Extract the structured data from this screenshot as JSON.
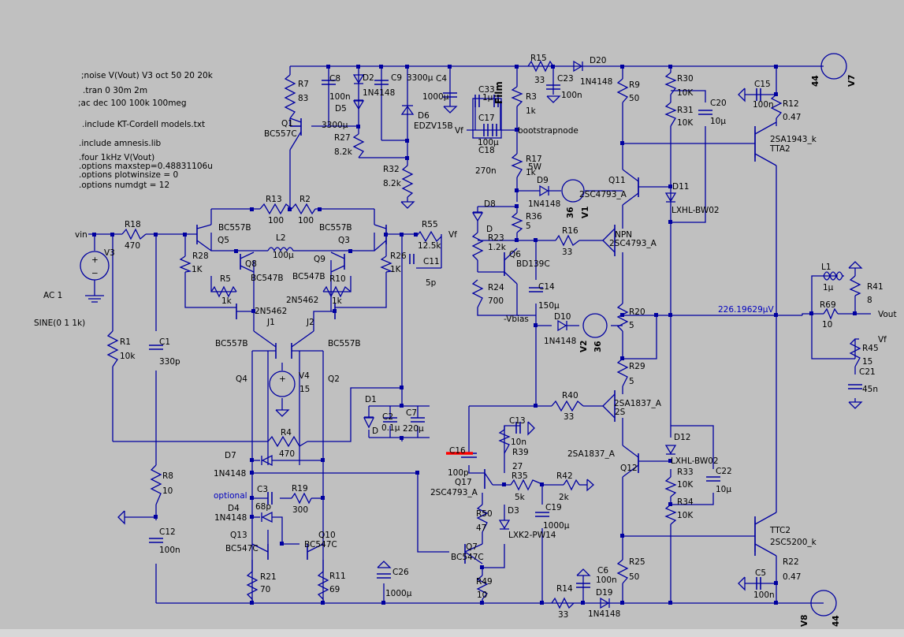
{
  "directives": [
    ";noise V(Vout) V3 oct 50 20 20k",
    ".tran 0 30m 2m",
    ";ac dec 100 100k 100meg",
    ".include KT-Cordell models.txt",
    ".include amnesis.lib",
    ".four 1kHz V(Vout)",
    ".options maxstep=0.48831106u",
    ".options plotwinsize = 0",
    ".options numdgt = 12"
  ],
  "sources": {
    "ac": "AC 1",
    "sine": "SINE(0 1 1k)"
  },
  "nets": {
    "vin": "vin",
    "vf_top": "Vf",
    "vf_c17": "Vf",
    "vf_right": "Vf",
    "vout": "Vout",
    "bootstrap": "bootstrapnode",
    "vbias": "-Vbias",
    "measure": "226.19629µV",
    "optional": "optional",
    "film": "Film"
  },
  "components": [
    {
      "id": "R7",
      "name": "R7",
      "value": "83"
    },
    {
      "id": "C8",
      "name": "C8",
      "value": "100n"
    },
    {
      "id": "D2",
      "name": "D2",
      "value": "1N4148"
    },
    {
      "id": "D5",
      "name": "D5",
      "value": "1N4148"
    },
    {
      "id": "C9",
      "name": "C9",
      "value": "3300µ"
    },
    {
      "id": "D6",
      "name": "D6",
      "value": "EDZV15B"
    },
    {
      "id": "C4",
      "name": "C4",
      "value": "1000µ"
    },
    {
      "id": "Q1",
      "name": "Q1",
      "value": "BC557C"
    },
    {
      "id": "R27",
      "name": "R27",
      "value": "8.2k"
    },
    {
      "id": "R32",
      "name": "R32",
      "value": "8.2k"
    },
    {
      "id": "R15",
      "name": "R15",
      "value": "33"
    },
    {
      "id": "D20",
      "name": "D20",
      "value": "1N4148"
    },
    {
      "id": "C23",
      "name": "C23",
      "value": "100n"
    },
    {
      "id": "C33",
      "name": "C33",
      "value": "1µ"
    },
    {
      "id": "C17",
      "name": "C17",
      "value": "100µ"
    },
    {
      "id": "C18",
      "name": "C18",
      "value": "270n"
    },
    {
      "id": "R3",
      "name": "R3",
      "value": "1k"
    },
    {
      "id": "R17",
      "name": "R17",
      "value": "1k"
    },
    {
      "id": "R17p",
      "name": "",
      "value": "5W"
    },
    {
      "id": "R9",
      "name": "R9",
      "value": "50"
    },
    {
      "id": "R30",
      "name": "R30",
      "value": "10K"
    },
    {
      "id": "R31",
      "name": "R31",
      "value": "10K"
    },
    {
      "id": "C20",
      "name": "C20",
      "value": "10µ"
    },
    {
      "id": "C15",
      "name": "C15",
      "value": "100n"
    },
    {
      "id": "R12",
      "name": "R12",
      "value": "0.47"
    },
    {
      "id": "Q_TTA2",
      "name": "2SA1943_k",
      "value": "TTA2"
    },
    {
      "id": "V7",
      "name": "V7",
      "value": "44"
    },
    {
      "id": "Q11",
      "name": "Q11",
      "value": "2SC4793_A"
    },
    {
      "id": "D11",
      "name": "D11",
      "value": "LXHL-BW02"
    },
    {
      "id": "D9",
      "name": "D9",
      "value": "1N4148"
    },
    {
      "id": "V1",
      "name": "V1",
      "value": "36"
    },
    {
      "id": "D8",
      "name": "D8",
      "value": "D"
    },
    {
      "id": "R36",
      "name": "R36",
      "value": "5"
    },
    {
      "id": "R23",
      "name": "R23",
      "value": "1.2k"
    },
    {
      "id": "Q6",
      "name": "Q6",
      "value": "BD139C"
    },
    {
      "id": "R16",
      "name": "R16",
      "value": "33"
    },
    {
      "id": "Q_NPN",
      "name": "NPN",
      "value": "2SC4793_A"
    },
    {
      "id": "R24",
      "name": "R24",
      "value": "700"
    },
    {
      "id": "C14",
      "name": "C14",
      "value": "150µ"
    },
    {
      "id": "D10",
      "name": "D10",
      "value": "1N4148"
    },
    {
      "id": "V2",
      "name": "V2",
      "value": "36"
    },
    {
      "id": "R20",
      "name": "R20",
      "value": "5"
    },
    {
      "id": "R29",
      "name": "R29",
      "value": "5"
    },
    {
      "id": "L1",
      "name": "L1",
      "value": "1µ"
    },
    {
      "id": "R41",
      "name": "R41",
      "value": "8"
    },
    {
      "id": "R69",
      "name": "R69",
      "value": "10"
    },
    {
      "id": "R45",
      "name": "R45",
      "value": "15"
    },
    {
      "id": "C21",
      "name": "C21",
      "value": "45n"
    },
    {
      "id": "R18",
      "name": "R18",
      "value": "470"
    },
    {
      "id": "V3",
      "name": "V3",
      "value": ""
    },
    {
      "id": "R13",
      "name": "R13",
      "value": "100"
    },
    {
      "id": "R2",
      "name": "R2",
      "value": "100"
    },
    {
      "id": "Q5",
      "name": "Q5",
      "value": "BC557B"
    },
    {
      "id": "Q3",
      "name": "Q3",
      "value": "BC557B"
    },
    {
      "id": "L2",
      "name": "L2",
      "value": "100µ"
    },
    {
      "id": "R28",
      "name": "R28",
      "value": "1K"
    },
    {
      "id": "R26",
      "name": "R26",
      "value": "1K"
    },
    {
      "id": "Q8",
      "name": "Q8",
      "value": "BC547B"
    },
    {
      "id": "Q9",
      "name": "Q9",
      "value": "BC547B"
    },
    {
      "id": "R5",
      "name": "R5",
      "value": "1k"
    },
    {
      "id": "R10",
      "name": "R10",
      "value": "1k"
    },
    {
      "id": "J1",
      "name": "J1",
      "value": "2N5462"
    },
    {
      "id": "J2",
      "name": "J2",
      "value": "2N5462"
    },
    {
      "id": "R55",
      "name": "R55",
      "value": "12.5k"
    },
    {
      "id": "C11",
      "name": "C11",
      "value": "5p"
    },
    {
      "id": "R1",
      "name": "R1",
      "value": "10k"
    },
    {
      "id": "C1",
      "name": "C1",
      "value": "330p"
    },
    {
      "id": "Q4",
      "name": "Q4",
      "value": "BC557B"
    },
    {
      "id": "Q2",
      "name": "Q2",
      "value": "BC557B"
    },
    {
      "id": "V4",
      "name": "V4",
      "value": "15"
    },
    {
      "id": "D1",
      "name": "D1",
      "value": "D"
    },
    {
      "id": "C2",
      "name": "C2",
      "value": "0.1µ"
    },
    {
      "id": "C7",
      "name": "C7",
      "value": "220µ"
    },
    {
      "id": "R4",
      "name": "R4",
      "value": "470"
    },
    {
      "id": "D7",
      "name": "D7",
      "value": "1N4148"
    },
    {
      "id": "C3",
      "name": "C3",
      "value": "68p"
    },
    {
      "id": "R19",
      "name": "R19",
      "value": "300"
    },
    {
      "id": "D4",
      "name": "D4",
      "value": "1N4148"
    },
    {
      "id": "R8",
      "name": "R8",
      "value": "10"
    },
    {
      "id": "C12",
      "name": "C12",
      "value": "100n"
    },
    {
      "id": "Q13",
      "name": "Q13",
      "value": "BC547C"
    },
    {
      "id": "Q10",
      "name": "Q10",
      "value": "BC547C"
    },
    {
      "id": "R21",
      "name": "R21",
      "value": "70"
    },
    {
      "id": "R11",
      "name": "R11",
      "value": "69"
    },
    {
      "id": "C26",
      "name": "C26",
      "value": "1000µ"
    },
    {
      "id": "C16",
      "name": "C16",
      "value": "100p"
    },
    {
      "id": "Q17",
      "name": "Q17",
      "value": "2SC4793_A"
    },
    {
      "id": "C13",
      "name": "C13",
      "value": "10n"
    },
    {
      "id": "R39",
      "name": "R39",
      "value": "27"
    },
    {
      "id": "R35",
      "name": "R35",
      "value": "5k"
    },
    {
      "id": "R42",
      "name": "R42",
      "value": "2k"
    },
    {
      "id": "C19",
      "name": "C19",
      "value": "1000µ"
    },
    {
      "id": "R50",
      "name": "R50",
      "value": "47"
    },
    {
      "id": "D3",
      "name": "D3",
      "value": "LXK2-PW14"
    },
    {
      "id": "Q7",
      "name": "Q7",
      "value": "BC547C"
    },
    {
      "id": "R49",
      "name": "R49",
      "value": "10"
    },
    {
      "id": "R40",
      "name": "R40",
      "value": "33"
    },
    {
      "id": "Q_2S",
      "name": "2SA1837_A",
      "value": "2S"
    },
    {
      "id": "Q12",
      "name": "2SA1837_A",
      "value": "Q12"
    },
    {
      "id": "D12",
      "name": "D12",
      "value": "LXHL-BW02"
    },
    {
      "id": "R33",
      "name": "R33",
      "value": "10K"
    },
    {
      "id": "R34",
      "name": "R34",
      "value": "10K"
    },
    {
      "id": "C22",
      "name": "C22",
      "value": "10µ"
    },
    {
      "id": "Q_TTC2",
      "name": "TTC2",
      "value": "2SC5200_k"
    },
    {
      "id": "R22",
      "name": "R22",
      "value": "0.47"
    },
    {
      "id": "C5",
      "name": "C5",
      "value": "100n"
    },
    {
      "id": "V8",
      "name": "V8",
      "value": "44"
    },
    {
      "id": "R25",
      "name": "R25",
      "value": "50"
    },
    {
      "id": "C6",
      "name": "C6",
      "value": "100n"
    },
    {
      "id": "R14",
      "name": "R14",
      "value": "33"
    },
    {
      "id": "D19",
      "name": "D19",
      "value": "1N4148"
    }
  ]
}
